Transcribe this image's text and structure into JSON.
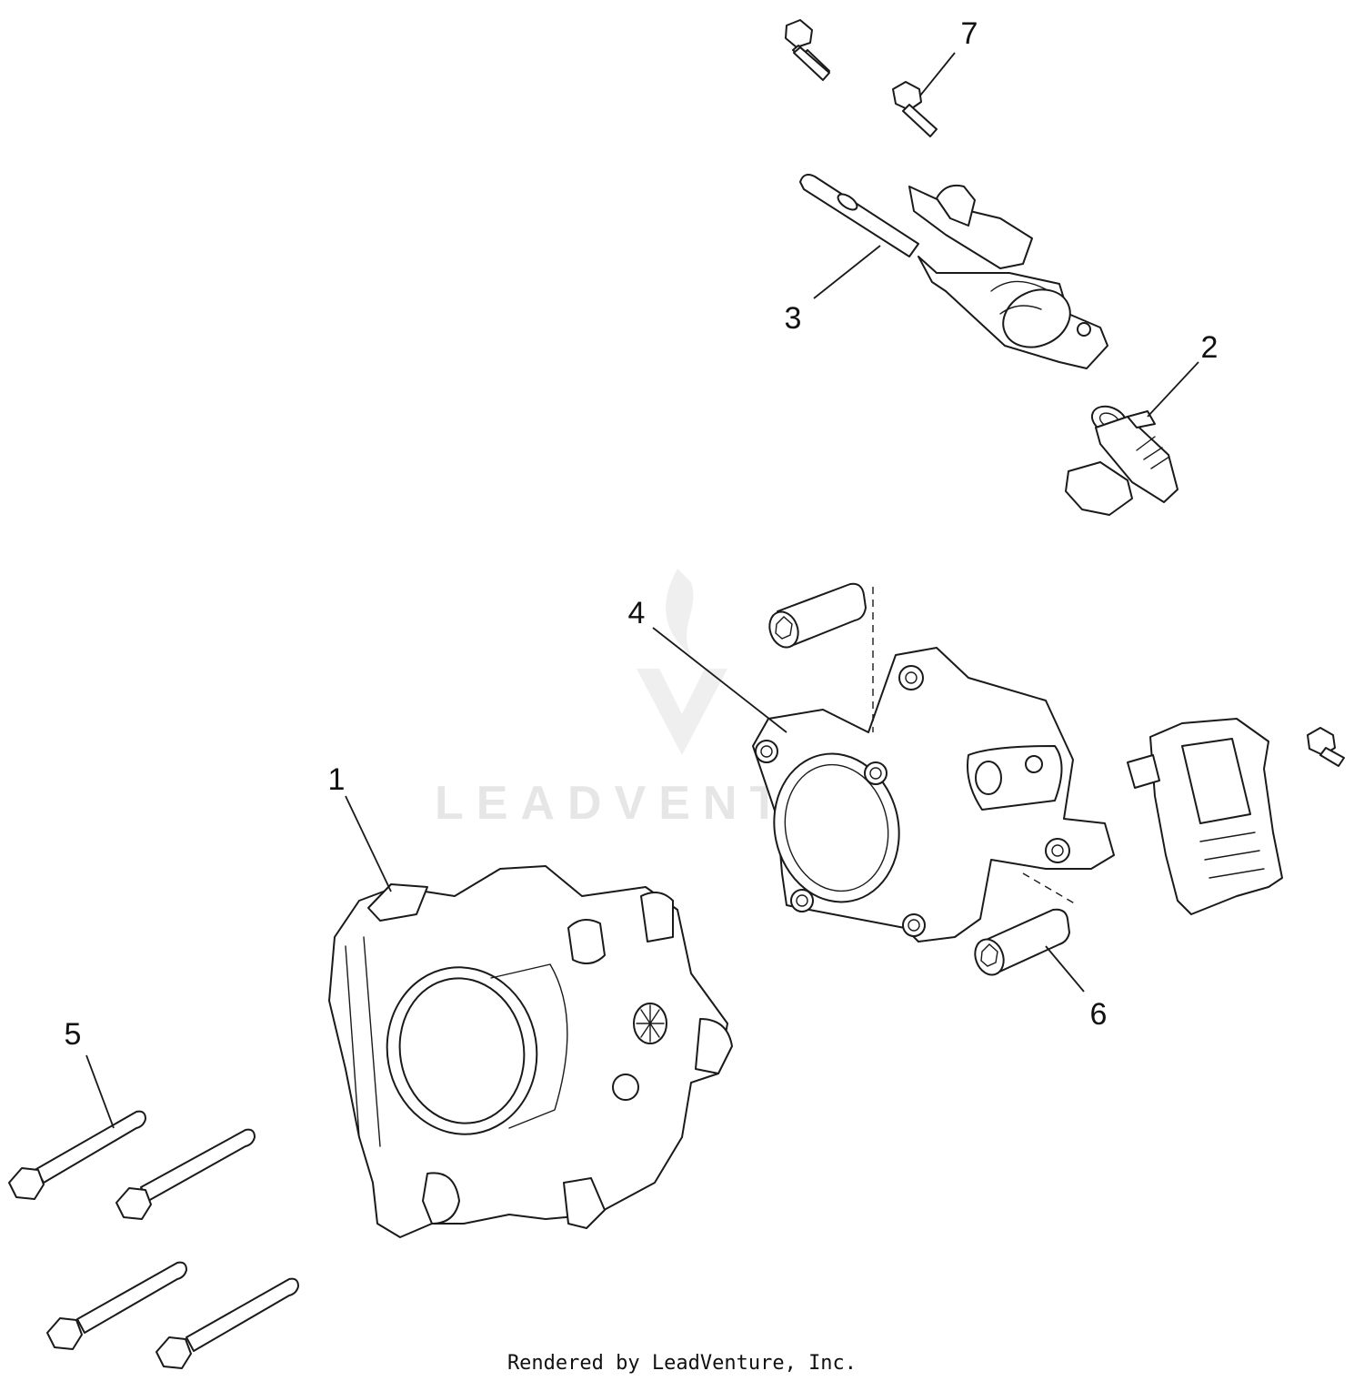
{
  "watermark": {
    "text": "LEADVENTURE",
    "color": "#e6e6e6"
  },
  "footer": {
    "text": "Rendered by LeadVenture, Inc."
  },
  "callouts": [
    {
      "id": "1",
      "label": "1",
      "part": "throttle-body"
    },
    {
      "id": "2",
      "label": "2",
      "part": "fuel-injector"
    },
    {
      "id": "3",
      "label": "3",
      "part": "fuel-rail"
    },
    {
      "id": "4",
      "label": "4",
      "part": "intake-adapter"
    },
    {
      "id": "5",
      "label": "5",
      "part": "long-flange-bolts"
    },
    {
      "id": "6",
      "label": "6",
      "part": "socket-head-screws"
    },
    {
      "id": "7",
      "label": "7",
      "part": "flange-bolts"
    }
  ]
}
